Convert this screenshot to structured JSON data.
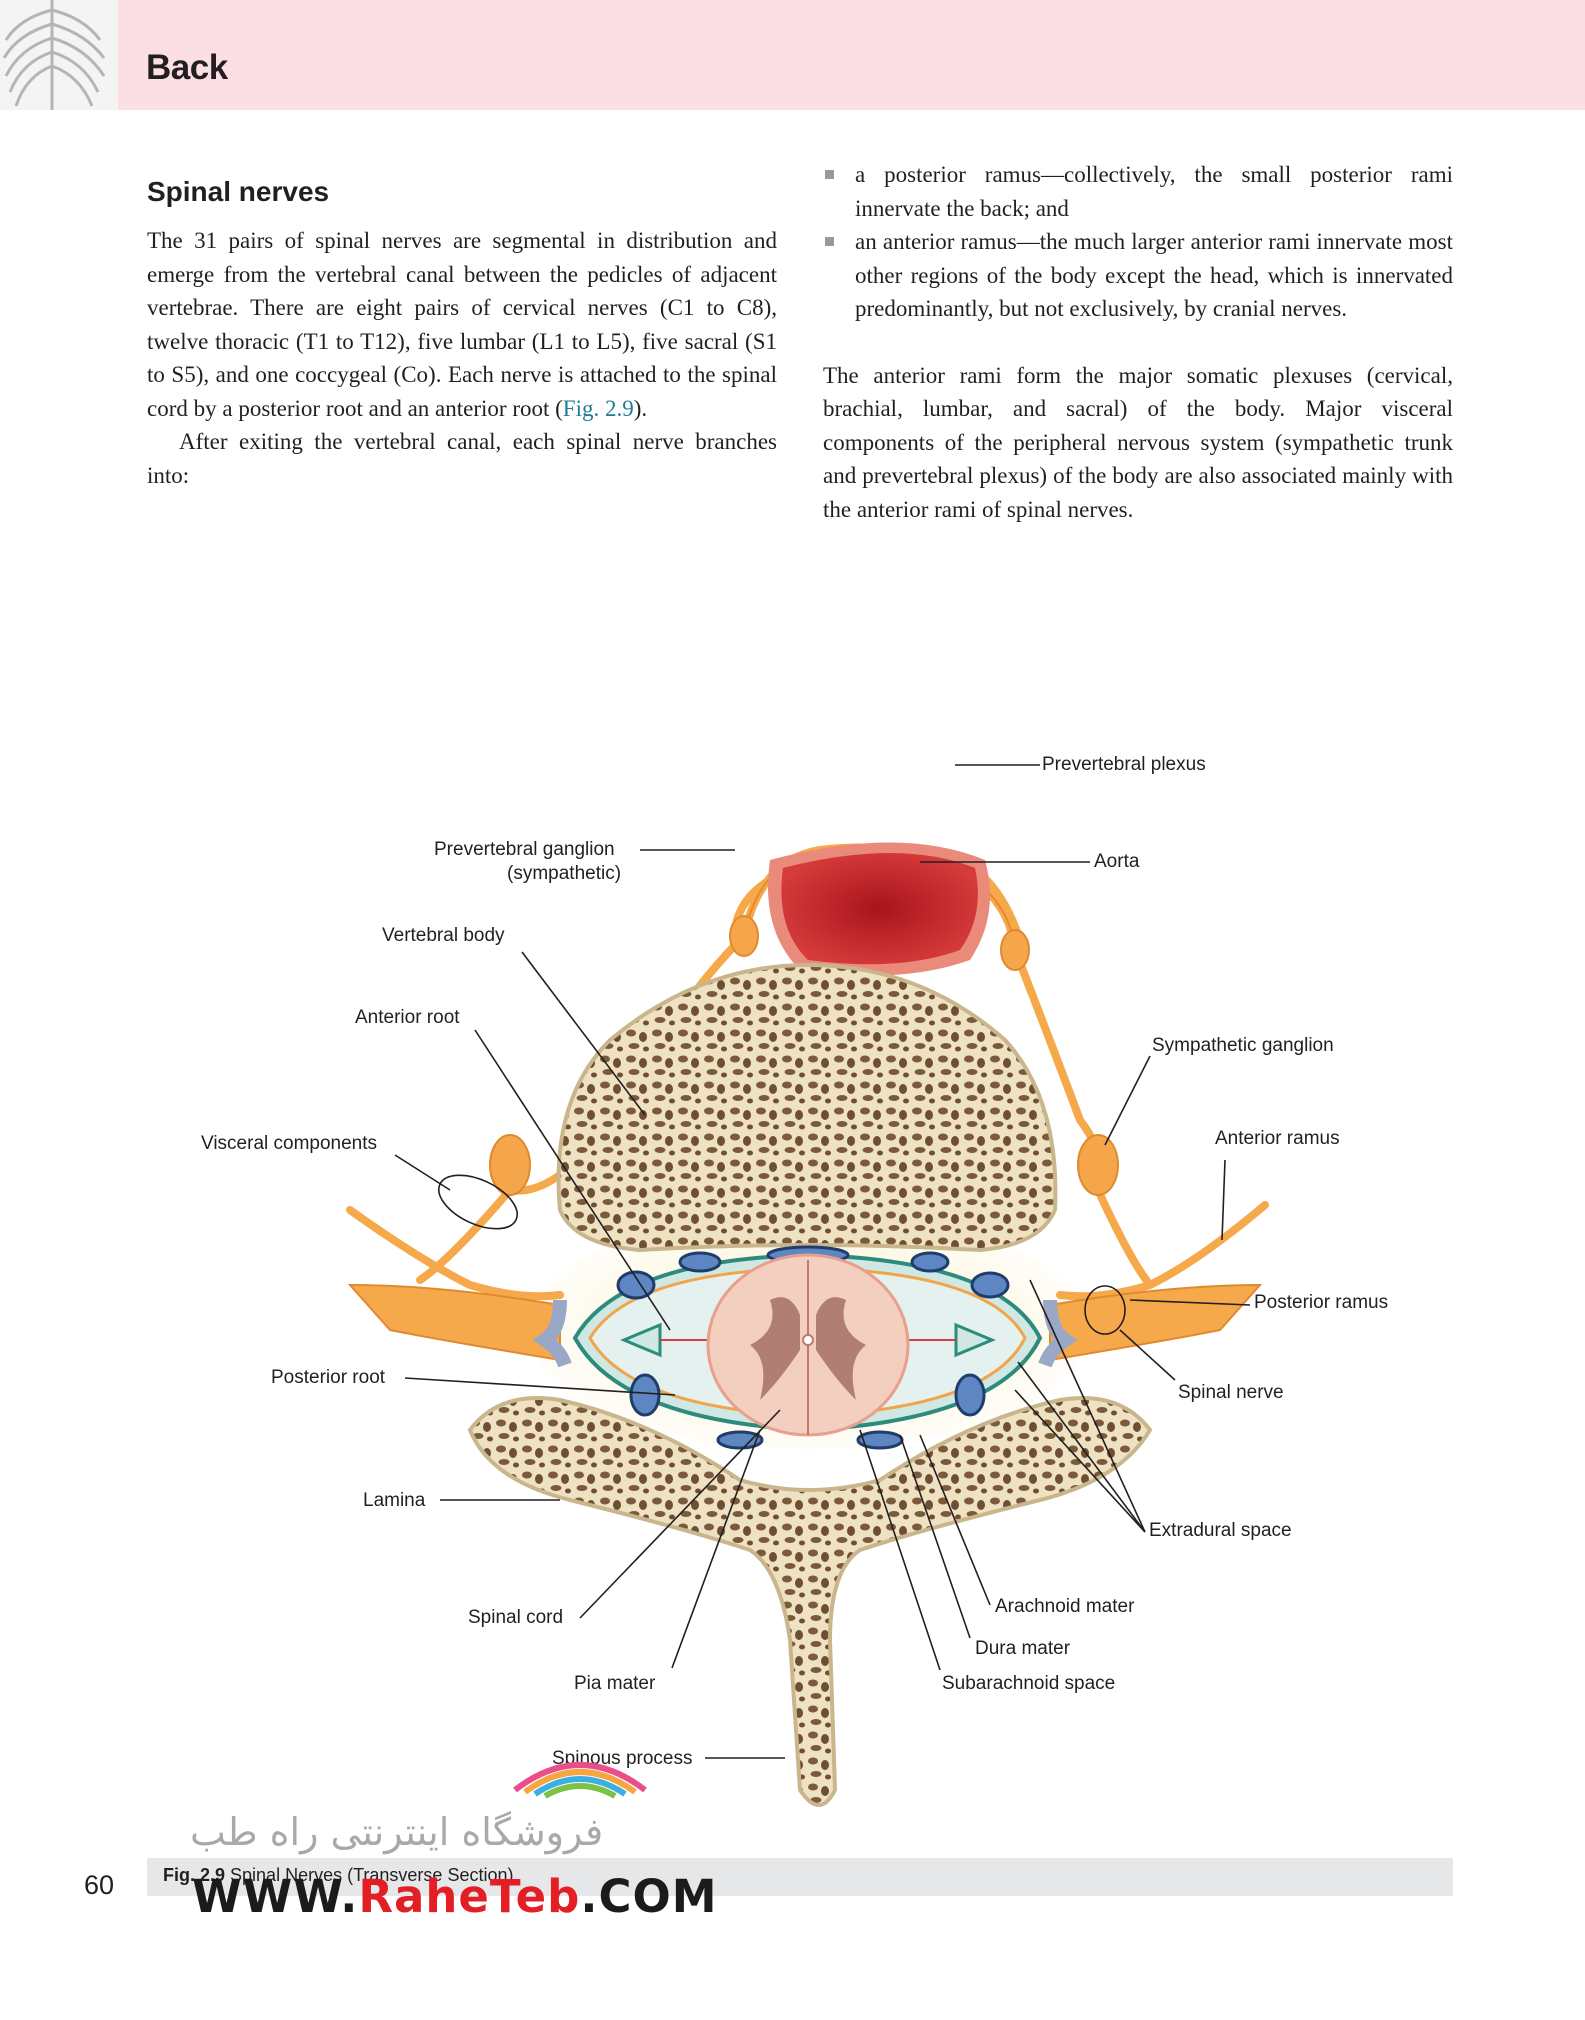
{
  "header": {
    "title": "Back"
  },
  "section": {
    "heading": "Spinal nerves"
  },
  "left_column": {
    "para1_text": "The 31 pairs of spinal nerves are segmental in distribution and emerge from the vertebral canal between the pedicles of adjacent vertebrae. There are eight pairs of cervical nerves (C1 to C8), twelve thoracic (T1 to T12), five lumbar (L1 to L5), five sacral (S1 to S5), and one coccygeal (Co). Each nerve is attached to the spinal cord by a posterior root and an anterior root (",
    "para1_xref": "Fig. 2.9",
    "para1_end": ").",
    "para2": "After exiting the vertebral canal, each spinal nerve branches into:"
  },
  "right_column": {
    "bullets": [
      "a posterior ramus—collectively, the small posterior rami innervate the back; and",
      "an anterior ramus—the much larger anterior rami innervate most other regions of the body except the head, which is innervated predominantly, but not exclusively, by cranial nerves."
    ],
    "para": "The anterior rami form the major somatic plexuses (cervical, brachial, lumbar, and sacral) of the body. Major visceral components of the peripheral nervous system (sympathetic trunk and prevertebral plexus) of the body are also associated mainly with the anterior rami of spinal nerves."
  },
  "figure": {
    "labels": {
      "prevertebral_plexus": "Prevertebral plexus",
      "prevertebral_ganglion_1": "Prevertebral ganglion",
      "prevertebral_ganglion_2": "(sympathetic)",
      "aorta": "Aorta",
      "vertebral_body": "Vertebral body",
      "anterior_root": "Anterior root",
      "sympathetic_ganglion": "Sympathetic ganglion",
      "visceral_components": "Visceral components",
      "anterior_ramus": "Anterior ramus",
      "posterior_ramus": "Posterior ramus",
      "posterior_root": "Posterior root",
      "spinal_nerve": "Spinal nerve",
      "lamina": "Lamina",
      "extradural_space": "Extradural space",
      "arachnoid_mater": "Arachnoid mater",
      "spinal_cord": "Spinal cord",
      "dura_mater": "Dura mater",
      "pia_mater": "Pia mater",
      "subarachnoid_space": "Subarachnoid space",
      "spinous_process": "Spinous process"
    },
    "caption_number": "Fig. 2.9",
    "caption_text": "Spinal Nerves (Transverse Section)."
  },
  "page_number": "60",
  "watermark": {
    "persian": "فروشگاه اینترنتی راه طب",
    "url_prefix": "WWW.",
    "url_brand": "RaheTeb",
    "url_suffix": ".COM"
  },
  "colors": {
    "header_band": "#fbdfe4",
    "link": "#1f7a96",
    "nerve": "#f6a94a",
    "aorta": "#c0392b",
    "bone": "#efe2c3"
  }
}
